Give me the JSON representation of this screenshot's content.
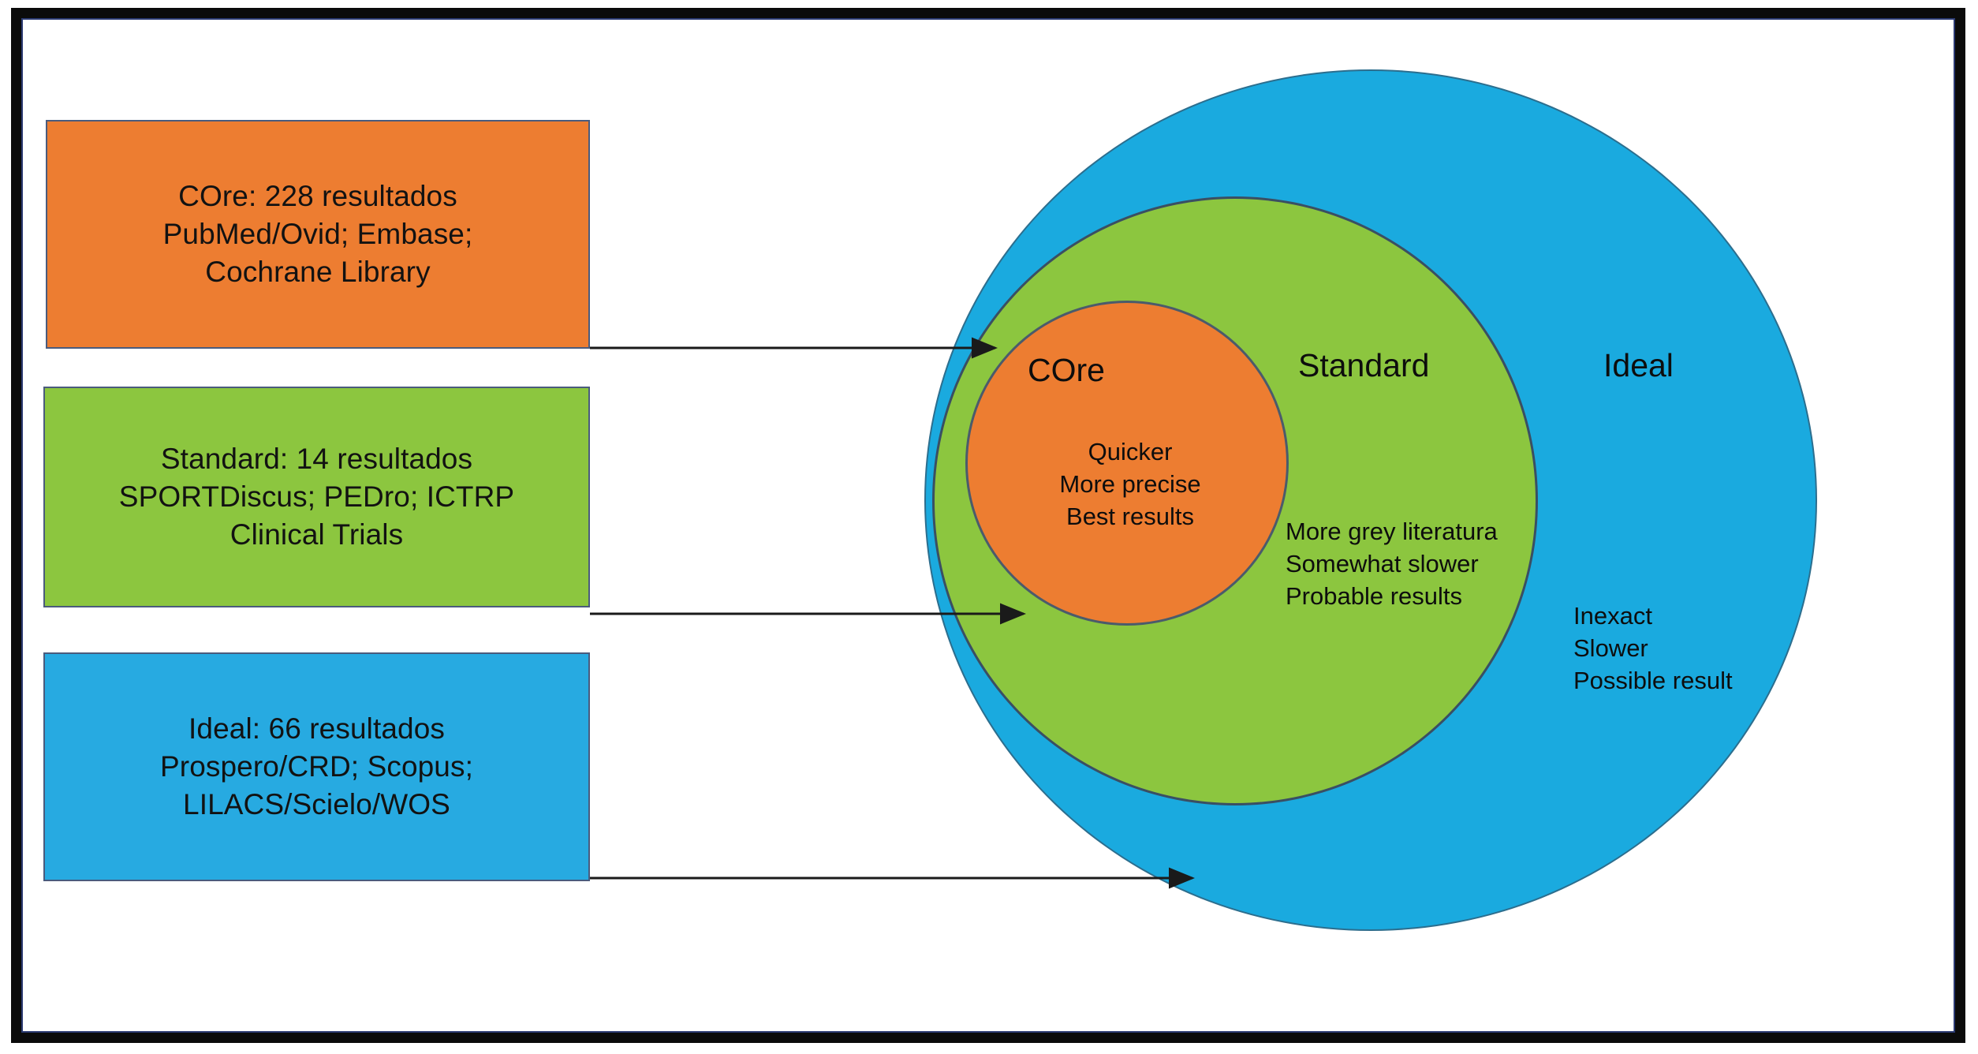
{
  "legend": {
    "boxes": [
      {
        "id": "core",
        "color": "#ed7d31",
        "lines": [
          "COre: 228 resultados",
          "PubMed/Ovid; Embase;",
          "Cochrane Library"
        ]
      },
      {
        "id": "standard",
        "color": "#8cc63f",
        "lines": [
          "Standard: 14 resultados",
          "SPORTDiscus; PEDro; ICTRP",
          "Clinical Trials"
        ]
      },
      {
        "id": "ideal",
        "color": "#27aae1",
        "lines": [
          "Ideal: 66 resultados",
          "Prospero/CRD; Scopus;",
          "LILACS/Scielo/WOS"
        ]
      }
    ]
  },
  "venn": {
    "zones": [
      {
        "id": "core",
        "title": "COre",
        "color": "#ed7d31",
        "details": [
          "Quicker",
          "More precise",
          "Best results"
        ]
      },
      {
        "id": "standard",
        "title": "Standard",
        "color": "#8cc63f",
        "details": [
          "More grey literatura",
          "Somewhat slower",
          "Probable results"
        ]
      },
      {
        "id": "ideal",
        "title": "Ideal",
        "color": "#1aaadf",
        "details": [
          "Inexact",
          "Slower",
          "Possible result"
        ]
      }
    ]
  },
  "arrows": {
    "count": 3,
    "color": "#1a1a1a"
  }
}
